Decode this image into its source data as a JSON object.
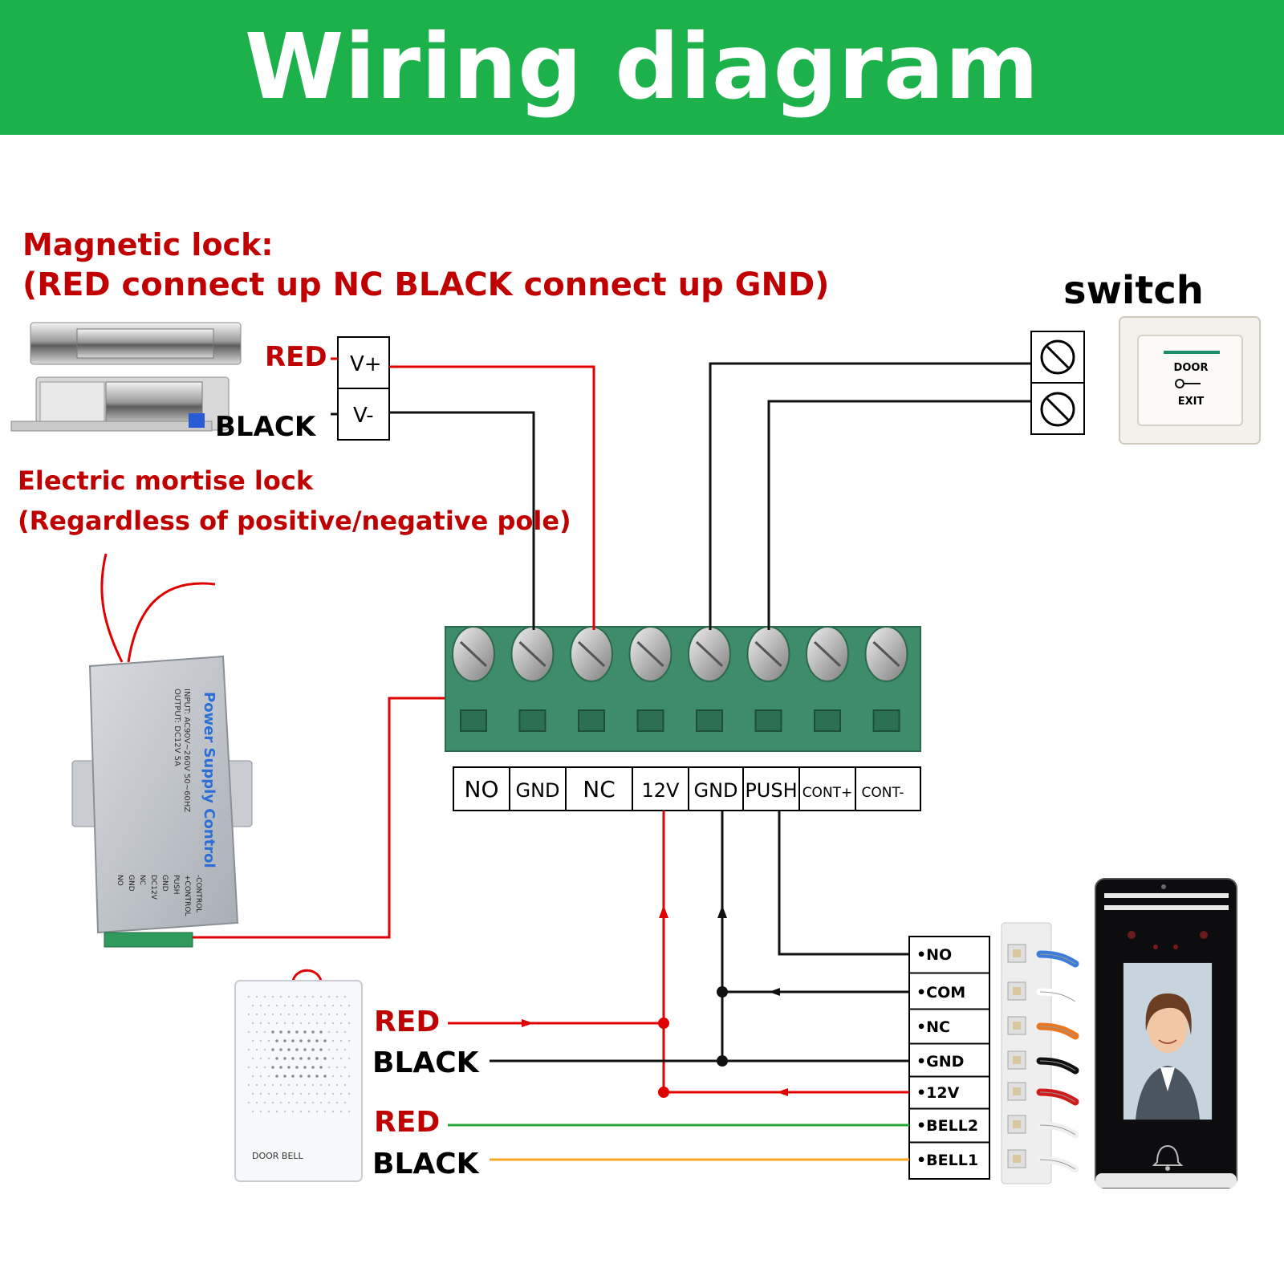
{
  "title": "Wiring diagram",
  "maglock": {
    "heading": "Magnetic lock:",
    "note": "(RED connect  up NC   BLACK connect  up GND)",
    "red_label": "RED",
    "black_label": "BLACK",
    "terminal_plus": "V+",
    "terminal_minus": "V-"
  },
  "mortise": {
    "heading": "Electric mortise lock",
    "note": "(Regardless of positive/negative pole)"
  },
  "switch": {
    "label": "switch",
    "button_top": "DOOR",
    "button_bottom": "EXIT"
  },
  "power_supply": {
    "brand": "Power Supply Control",
    "spec_input": "INPUT: AC90V~260V 50~60HZ",
    "spec_output": "OUTPUT: DC12V 5A",
    "pins": [
      "-CONTROL",
      "+CONTROL",
      "PUSH",
      "GND",
      "DC12V",
      "NC",
      "GND",
      "NO"
    ]
  },
  "terminal_block": {
    "labels": [
      "NO",
      "GND",
      "NC",
      "12V",
      "GND",
      "PUSH",
      "CONT+",
      "CONT-"
    ]
  },
  "doorbell": {
    "label": "DOOR BELL",
    "red1": "RED",
    "black1": "BLACK",
    "red2": "RED",
    "black2": "BLACK"
  },
  "device": {
    "pins": [
      "•NO",
      "•COM",
      "•NC",
      "•GND",
      "•12V",
      "•BELL2",
      "•BELL1"
    ]
  },
  "colors": {
    "banner": "#1db14b",
    "red_wire": "#e00000",
    "black_wire": "#111111",
    "green_wire": "#2aa836",
    "orange_wire": "#f5a623",
    "terminal_green": "#3e8c6a"
  }
}
